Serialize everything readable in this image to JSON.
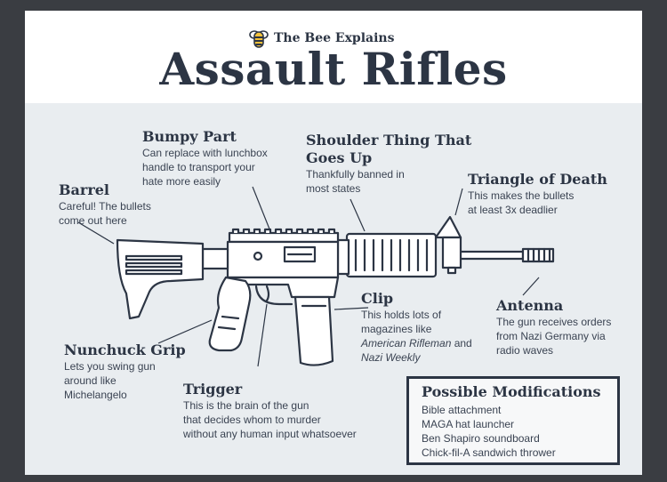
{
  "header": {
    "brand": "The Bee Explains",
    "title": "Assault Rifles"
  },
  "labels": {
    "bumpy": {
      "title": "Bumpy Part",
      "desc": [
        "Can replace with lunchbox",
        "handle to transport your",
        "hate more easily"
      ]
    },
    "shoulder": {
      "title": [
        "Shoulder Thing That",
        "Goes Up"
      ],
      "desc": [
        "Thankfully banned in",
        "most states"
      ]
    },
    "triangle": {
      "title": "Triangle of Death",
      "desc": [
        "This makes the bullets",
        "at least 3x deadlier"
      ]
    },
    "barrel": {
      "title": "Barrel",
      "desc": [
        "Careful! The bullets",
        "come out here"
      ]
    },
    "clip": {
      "title": "Clip",
      "desc": [
        "This holds lots of",
        "magazines like"
      ],
      "italic1": "American Rifleman",
      "and": " and",
      "italic2": "Nazi Weekly"
    },
    "antenna": {
      "title": "Antenna",
      "desc": [
        "The gun receives orders",
        "from Nazi Germany via",
        "radio waves"
      ]
    },
    "nunchuck": {
      "title": "Nunchuck Grip",
      "desc": [
        "Lets you swing gun",
        "around like",
        "Michelangelo"
      ]
    },
    "trigger": {
      "title": "Trigger",
      "desc": [
        "This is the brain of the gun",
        "that decides whom to murder",
        "without any human input whatsoever"
      ]
    }
  },
  "modifications": {
    "title": "Possible Modifications",
    "items": [
      "Bible attachment",
      "MAGA hat launcher",
      "Ben Shapiro soundboard",
      "Chick-fil-A sandwich thrower"
    ]
  },
  "colors": {
    "ink": "#2c3544",
    "panel": "#e9edf0",
    "header": "#ffffff",
    "frame": "#3a3d42"
  },
  "icons": {
    "brand": "bee-icon"
  }
}
